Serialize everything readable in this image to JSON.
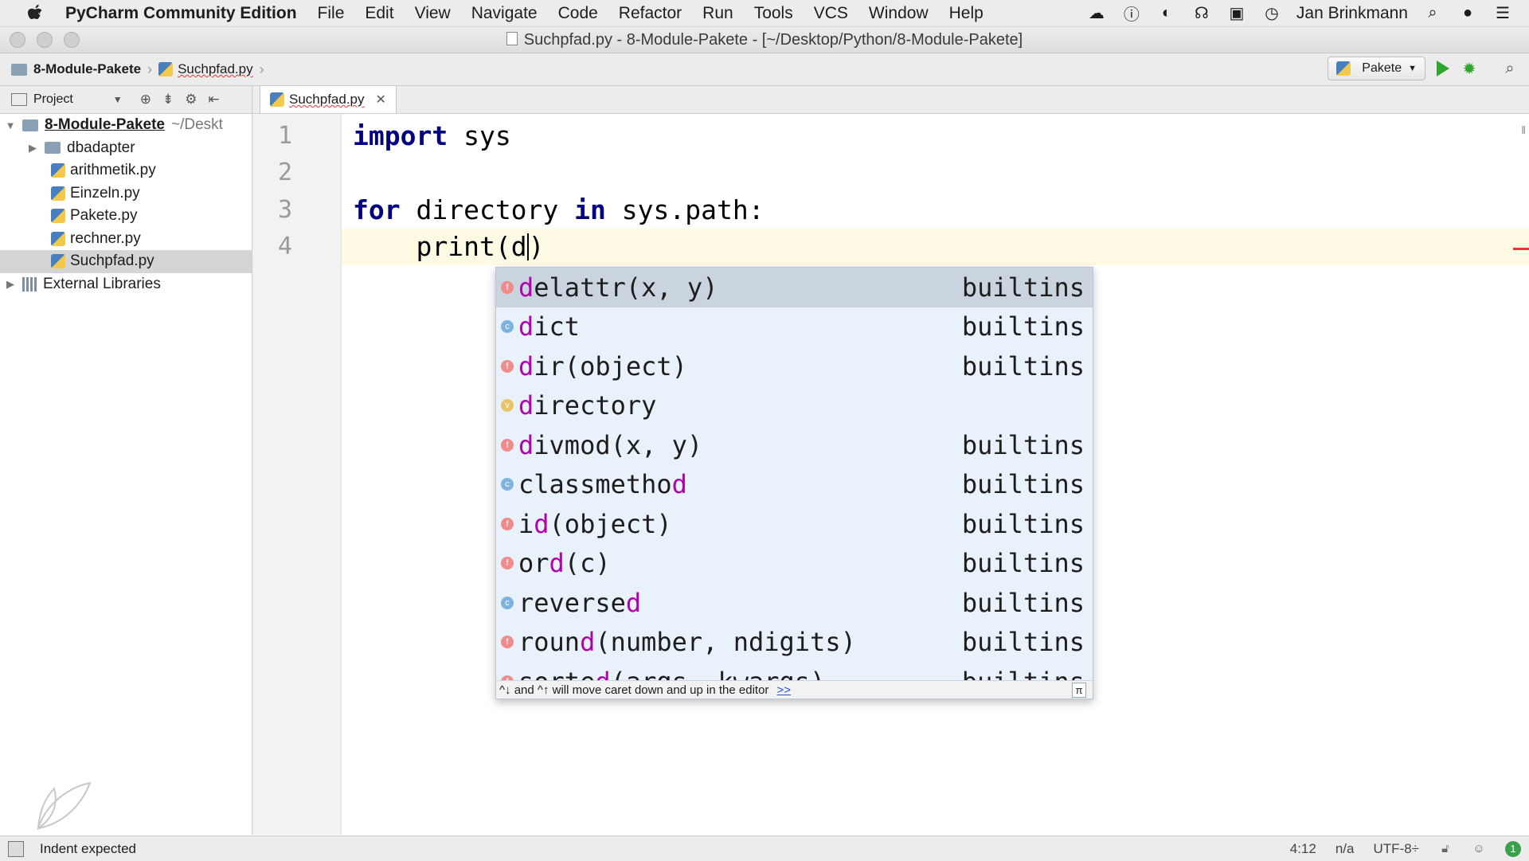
{
  "menubar": {
    "app_name": "PyCharm Community Edition",
    "items": [
      "File",
      "Edit",
      "View",
      "Navigate",
      "Code",
      "Refactor",
      "Run",
      "Tools",
      "VCS",
      "Window",
      "Help"
    ],
    "user": "Jan Brinkmann"
  },
  "window": {
    "title": "Suchpfad.py - 8-Module-Pakete - [~/Desktop/Python/8-Module-Pakete]"
  },
  "breadcrumb": {
    "project": "8-Module-Pakete",
    "file": "Suchpfad.py"
  },
  "toolbar": {
    "run_config": "Pakete"
  },
  "project_panel": {
    "title": "Project",
    "root": {
      "name": "8-Module-Pakete",
      "path": "~/Deskt"
    },
    "items": [
      {
        "label": "dbadapter",
        "type": "folder"
      },
      {
        "label": "arithmetik.py",
        "type": "file"
      },
      {
        "label": "Einzeln.py",
        "type": "file"
      },
      {
        "label": "Pakete.py",
        "type": "file"
      },
      {
        "label": "rechner.py",
        "type": "file"
      },
      {
        "label": "Suchpfad.py",
        "type": "file",
        "selected": true
      }
    ],
    "external": "External Libraries"
  },
  "editor": {
    "tab": "Suchpfad.py",
    "line_numbers": [
      "1",
      "2",
      "3",
      "4"
    ],
    "lines": [
      {
        "kw1": "import",
        "rest": " sys"
      },
      {
        "text": ""
      },
      {
        "kw1": "for",
        "mid": " directory ",
        "kw2": "in",
        "rest": " sys.path:"
      },
      {
        "indent": "    ",
        "before": "print(d",
        "after": ")"
      }
    ]
  },
  "completion": {
    "items": [
      {
        "kind": "f",
        "pre": "d",
        "name": "elattr(x, y)",
        "source": "builtins",
        "selected": true
      },
      {
        "kind": "c",
        "pre": "d",
        "name": "ict",
        "source": "builtins"
      },
      {
        "kind": "f",
        "pre": "d",
        "name": "ir(object)",
        "source": "builtins"
      },
      {
        "kind": "v",
        "pre": "d",
        "name": "irectory",
        "source": ""
      },
      {
        "kind": "f",
        "pre": "d",
        "name": "ivmod(x, y)",
        "source": "builtins"
      },
      {
        "kind": "c",
        "pre": "",
        "name": "classmetho",
        "post": "d",
        "source": "builtins"
      },
      {
        "kind": "f",
        "pre": "",
        "name": "i",
        "post": "d",
        "tail": "(object)",
        "source": "builtins"
      },
      {
        "kind": "f",
        "pre": "",
        "name": "or",
        "post": "d",
        "tail": "(c)",
        "source": "builtins"
      },
      {
        "kind": "c",
        "pre": "",
        "name": "reverse",
        "post": "d",
        "source": "builtins"
      },
      {
        "kind": "f",
        "pre": "",
        "name": "roun",
        "post": "d",
        "tail": "(number, ndigits)",
        "source": "builtins"
      },
      {
        "kind": "f",
        "pre": "",
        "name": "sorte",
        "post": "d",
        "tail": "(args, kwargs)",
        "source": "builtins"
      }
    ],
    "footer": "^↓ and ^↑ will move caret down and up in the editor",
    "footer_link": ">>",
    "footer_btn": "π"
  },
  "statusbar": {
    "message": "Indent expected",
    "position": "4:12",
    "na": "n/a",
    "encoding": "UTF-8",
    "notifications": "1"
  }
}
